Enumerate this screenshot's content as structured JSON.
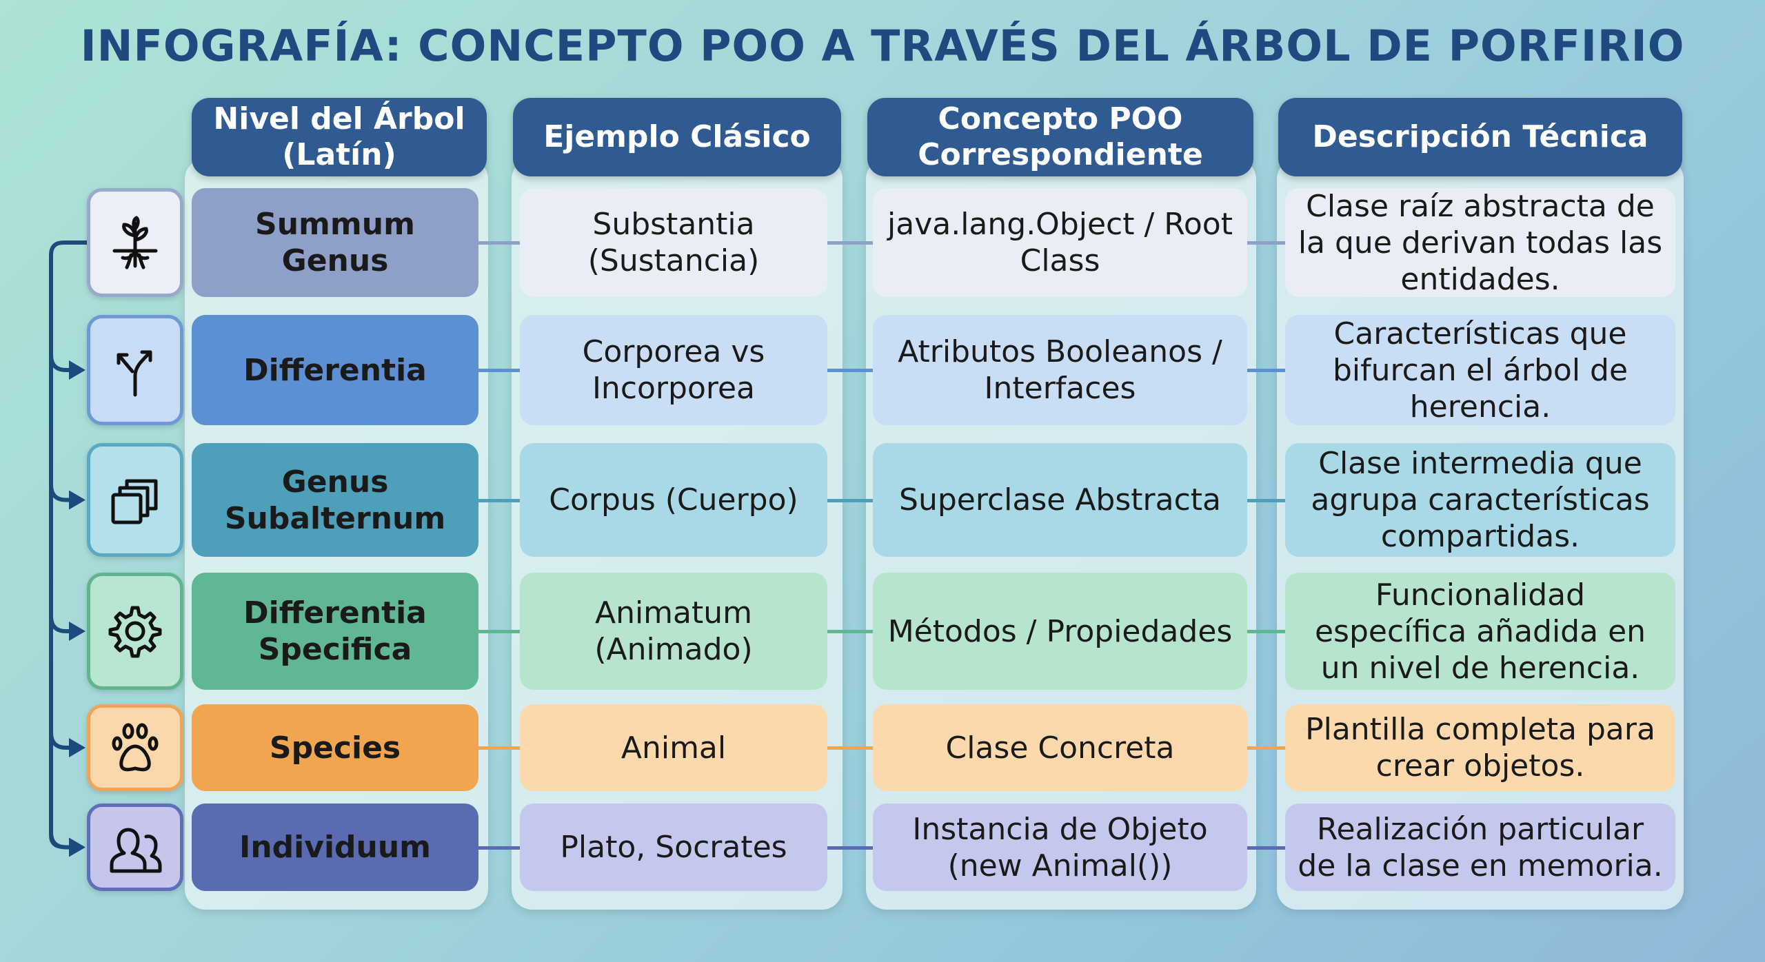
{
  "title": "INFOGRAFÍA: CONCEPTO POO A TRAVÉS DEL ÁRBOL DE PORFIRIO",
  "headers": [
    "Nivel del Árbol (Latín)",
    "Ejemplo Clásico",
    "Concepto POO Correspondiente",
    "Descripción Técnica"
  ],
  "rows": [
    {
      "icon": "plant-roots-icon",
      "level": "Summum Genus",
      "example": "Substantia (Sustancia)",
      "concept": "java.lang.Object / Root Class",
      "description": "Clase raíz abstracta de la que derivan todas las entidades.",
      "color": "#8e9fc8",
      "light": "#e9edf5",
      "iconbg": "#eceef8",
      "border": "#9aa8cc",
      "line": "#8e9fc8"
    },
    {
      "icon": "fork-arrows-icon",
      "level": "Differentia",
      "example": "Corporea vs Incorporea",
      "concept": "Atributos Booleanos / Interfaces",
      "description": "Características que bifurcan el árbol de herencia.",
      "color": "#5d90d2",
      "light": "#c9ddf5",
      "iconbg": "#c8dcf6",
      "border": "#6c9ad6",
      "line": "#5d90d2"
    },
    {
      "icon": "stacked-layers-icon",
      "level": "Genus Subalternum",
      "example": "Corpus (Cuerpo)",
      "concept": "Superclase Abstracta",
      "description": "Clase intermedia que agrupa características compartidas.",
      "color": "#4d9fba",
      "light": "#a9d9e6",
      "iconbg": "#b3e0ea",
      "border": "#5aa8c2",
      "line": "#4d9fba"
    },
    {
      "icon": "gear-icon",
      "level": "Differentia Specifica",
      "example": "Animatum (Animado)",
      "concept": "Métodos / Propiedades",
      "description": "Funcionalidad específica añadida en un nivel de herencia.",
      "color": "#5fb793",
      "light": "#b6e4cd",
      "iconbg": "#b9e6d0",
      "border": "#62b48f",
      "line": "#5fb793"
    },
    {
      "icon": "paw-icon",
      "level": "Species",
      "example": "Animal",
      "concept": "Clase Concreta",
      "description": "Plantilla completa para crear objetos.",
      "color": "#f0a650",
      "light": "#fbd9ad",
      "iconbg": "#fbd7ac",
      "border": "#eea55a",
      "line": "#f0a650"
    },
    {
      "icon": "two-people-icon",
      "level": "Individuum",
      "example": "Plato, Socrates",
      "concept": "Instancia de Objeto (new Animal())",
      "description": "Realización particular de la clase en memoria.",
      "color": "#5a6bb1",
      "light": "#c5c8ed",
      "iconbg": "#c6c6ec",
      "border": "#5f6eb6",
      "line": "#5a6bb1"
    }
  ]
}
